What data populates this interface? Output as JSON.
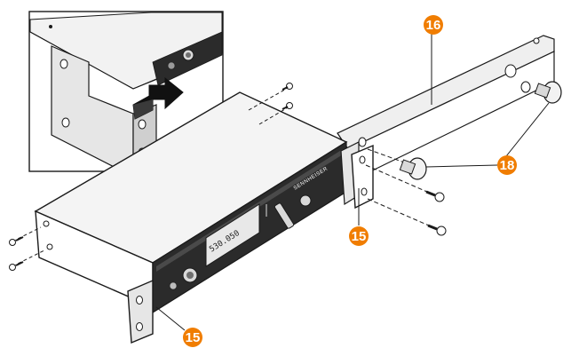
{
  "colors": {
    "callout": "#f07d00",
    "line": "#1a1a1a",
    "metal_light": "#f2f2f2",
    "metal_mid": "#d9d9d9",
    "metal_dark": "#6e6e6e",
    "front_panel": "#2b2b2b"
  },
  "callouts": {
    "bracket_left": "15",
    "bracket_right": "15",
    "rail": "16",
    "cover": "18"
  },
  "device": {
    "brand": "SENNHEISER",
    "lcd_value": "530.050"
  }
}
